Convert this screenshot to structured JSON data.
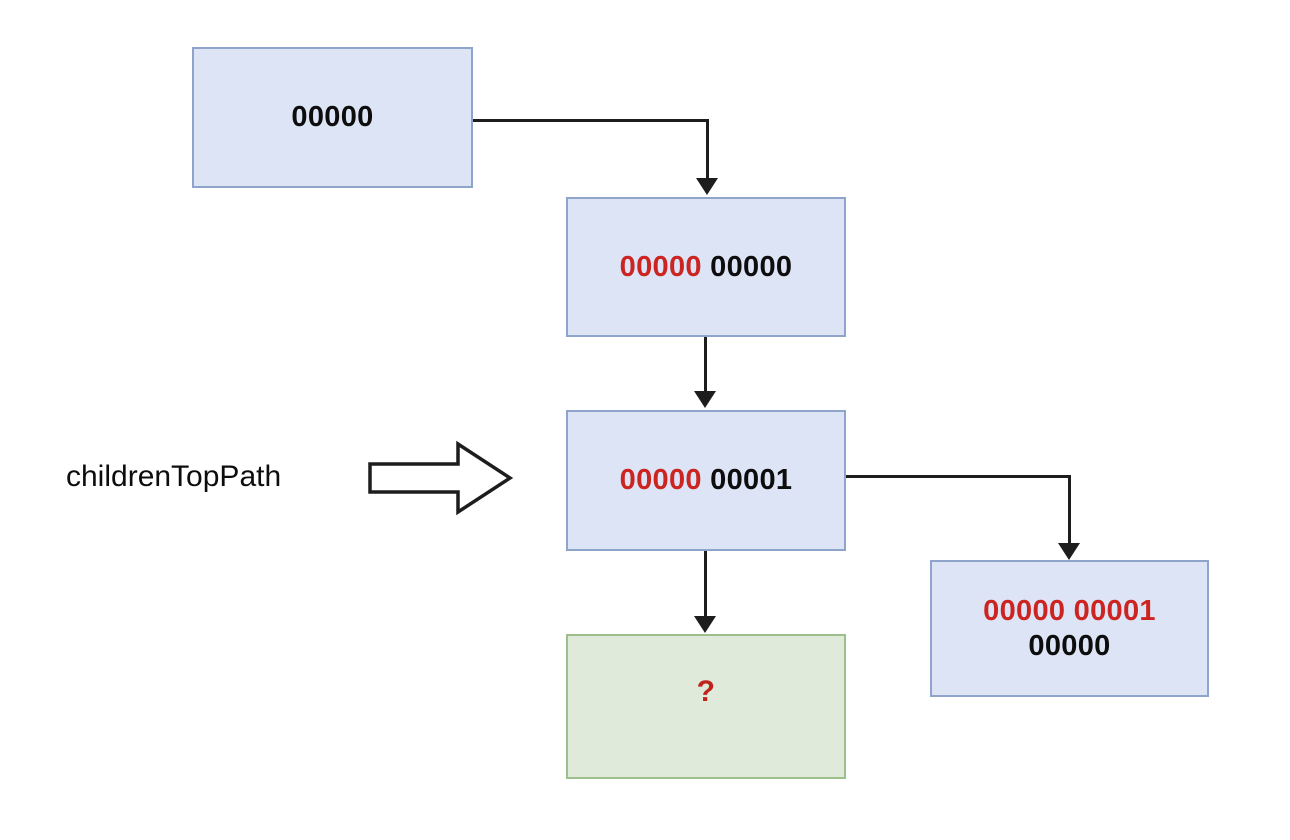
{
  "diagram": {
    "title": "childrenTopPath tree diagram",
    "colors": {
      "node_fill_blue": "#dce4f5",
      "node_border_blue": "#8fa4ca",
      "node_fill_green": "#dfeada",
      "node_border_green": "#9dbf8b",
      "text_red": "#cc2420",
      "text_black": "#0d0d0d",
      "connector": "#1d1d1d",
      "background": "#ffffff"
    },
    "annotation": {
      "label": "childrenTopPath",
      "arrow_icon": "block-arrow-right-icon"
    },
    "nodes": [
      {
        "id": "root",
        "type": "blue",
        "lines": [
          {
            "segments": [
              {
                "text": "00000",
                "color": "black"
              }
            ]
          }
        ]
      },
      {
        "id": "child-1",
        "type": "blue",
        "lines": [
          {
            "segments": [
              {
                "text": "00000",
                "color": "red"
              },
              {
                "text": " ",
                "color": "black"
              },
              {
                "text": "00000",
                "color": "black"
              }
            ]
          }
        ]
      },
      {
        "id": "child-2",
        "type": "blue",
        "lines": [
          {
            "segments": [
              {
                "text": "00000",
                "color": "red"
              },
              {
                "text": " ",
                "color": "black"
              },
              {
                "text": "00001",
                "color": "black"
              }
            ]
          }
        ]
      },
      {
        "id": "sibling-right",
        "type": "blue",
        "lines": [
          {
            "segments": [
              {
                "text": "00000 00001",
                "color": "red"
              }
            ]
          },
          {
            "segments": [
              {
                "text": "00000",
                "color": "black"
              }
            ]
          }
        ]
      },
      {
        "id": "unknown-node",
        "type": "green",
        "lines": [
          {
            "segments": [
              {
                "text": "?",
                "color": "red"
              }
            ]
          }
        ]
      }
    ],
    "connectors": [
      {
        "id": "root-to-child-1",
        "style": "elbow-right-down",
        "arrow": "down"
      },
      {
        "id": "child-1-to-child-2",
        "style": "straight-down",
        "arrow": "down"
      },
      {
        "id": "child-2-to-unknown",
        "style": "straight-down",
        "arrow": "down"
      },
      {
        "id": "child-2-to-sibling-right",
        "style": "elbow-right-down",
        "arrow": "down"
      }
    ]
  }
}
